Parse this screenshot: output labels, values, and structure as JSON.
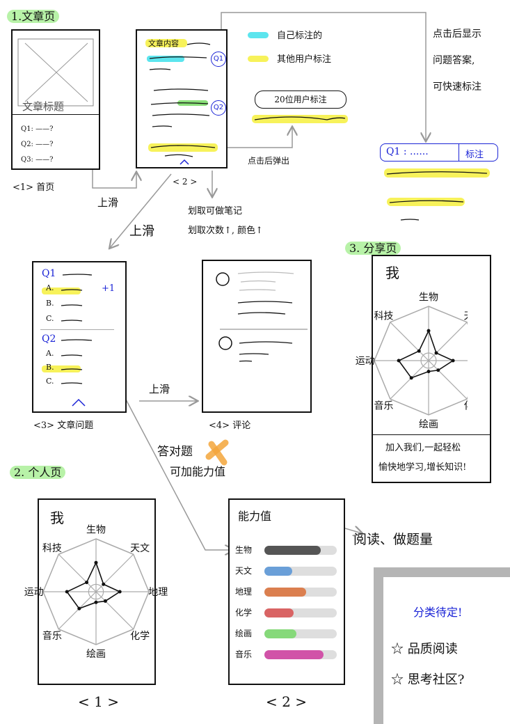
{
  "sections": {
    "article_page": "1.文章页",
    "share_page": "3. 分享页",
    "personal_page": "2. 个人页"
  },
  "home_screen": {
    "article_title": "文章标题",
    "questions": [
      "Q1: ——?",
      "Q2: ——?",
      "Q3: ——?"
    ],
    "caption": "<1> 首页"
  },
  "content_screen": {
    "heading": "文章内容",
    "q1_badge": "Q1",
    "q2_badge": "Q2",
    "caption": "< 2 >",
    "swipe_up_label": "上滑"
  },
  "legend": {
    "own_label": "自己标注的",
    "others_label": "其他用户标注",
    "own_color": "#5ce5ee",
    "others_color": "#f7f25a"
  },
  "popup": {
    "bubble_text": "20位用户标注",
    "note": "点击后弹出"
  },
  "annotations": {
    "click_question_note": [
      "点击后显示",
      "问题答案,",
      "可快速标注"
    ],
    "swipe_notes": [
      "划取可做笔记",
      "划取次数↑, 颜色↑"
    ],
    "swipe_up_big": "上滑",
    "answer_bonus": [
      "答对题",
      "可加能力值"
    ],
    "to_comments": "上滑"
  },
  "q1_popup": {
    "label": "Q1 : ......",
    "button": "标注"
  },
  "questions_screen": {
    "q1": "Q1",
    "q1_options": [
      "A.",
      "B.",
      "C."
    ],
    "plus_one": "+1",
    "q2": "Q2",
    "q2_options": [
      "A.",
      "B.",
      "C."
    ],
    "caption": "<3> 文章问题"
  },
  "comments_screen": {
    "caption": "<4> 评论"
  },
  "radar": {
    "title": "我",
    "axes": [
      "生物",
      "天文",
      "地理",
      "化学",
      "绘画",
      "音乐",
      "运动",
      "科技"
    ],
    "values": [
      0.55,
      0.2,
      0.45,
      0.25,
      0.2,
      0.45,
      0.55,
      0.25
    ]
  },
  "share_screen": {
    "slogan_line1": "加入我们,一起轻松",
    "slogan_line2": "愉快地学习,增长知识!"
  },
  "personal_radar": {
    "caption": "< 1 >"
  },
  "ability_screen": {
    "title": "能力值",
    "arrow_note": "阅读、做题量",
    "caption": "< 2 >",
    "bars": [
      {
        "label": "生物",
        "value": 0.78,
        "color": "#555555"
      },
      {
        "label": "天文",
        "value": 0.38,
        "color": "#6a9fd8"
      },
      {
        "label": "地理",
        "value": 0.58,
        "color": "#db7f4f"
      },
      {
        "label": "化学",
        "value": 0.4,
        "color": "#d96464"
      },
      {
        "label": "绘画",
        "value": 0.44,
        "color": "#86d97a"
      },
      {
        "label": "音乐",
        "value": 0.82,
        "color": "#d153a8"
      }
    ]
  },
  "pending": {
    "title": "分类待定!",
    "items": [
      "品质阅读",
      "思考社区?"
    ]
  }
}
